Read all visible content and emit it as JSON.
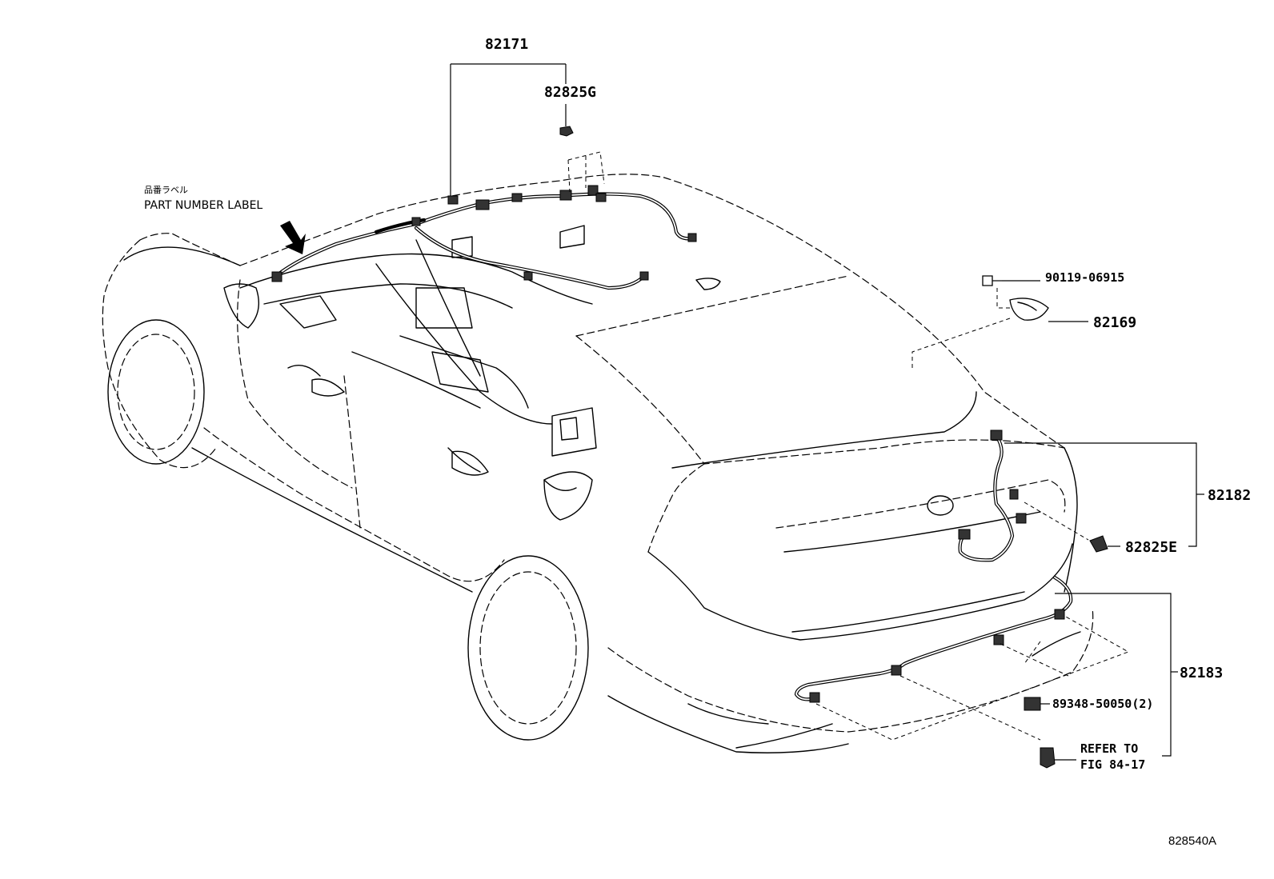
{
  "labels": {
    "part_82171": "82171",
    "part_82825G": "82825G",
    "part_90119": "90119-06915",
    "part_82169": "82169",
    "part_82182": "82182",
    "part_82825E": "82825E",
    "part_82183": "82183",
    "part_89348": "89348-50050(2)",
    "refer_line1": "REFER TO",
    "refer_line2": "FIG 84-17",
    "part_number_label_jp": "品番ラベル",
    "part_number_label": "PART NUMBER LABEL",
    "figure_id": "828540A"
  }
}
